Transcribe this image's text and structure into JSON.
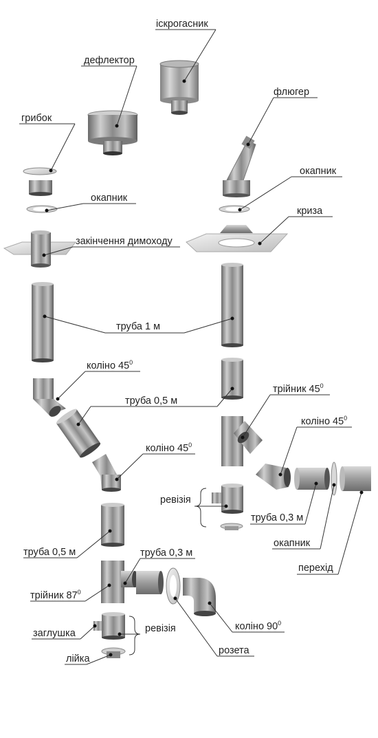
{
  "labels": {
    "iskrogasnyk": "іскрогасник",
    "deflektor": "дефлектор",
    "flyuger": "флюгер",
    "grybok": "грибок",
    "okapnyk_left": "окапник",
    "okapnyk_right_top": "окапник",
    "kryza": "криза",
    "zakinchennya": "закінчення димоходу",
    "truba_1m": "труба 1 м",
    "kolino45_1": "коліно 45",
    "kolino45_1_sup": "0",
    "truba05_1": "труба 0,5 м",
    "triynyk45": "трійник 45",
    "triynyk45_sup": "0",
    "kolino45_2": "коліно 45",
    "kolino45_2_sup": "0",
    "kolino45_3": "коліно 45",
    "kolino45_3_sup": "0",
    "reviziya_1": "ревізія",
    "truba03_1": "труба 0,3 м",
    "okapnyk_bottom": "окапник",
    "perehid": "перехід",
    "truba05_2": "труба 0,5 м",
    "truba03_2": "труба 0,3 м",
    "triynyk87": "трійник 87",
    "triynyk87_sup": "0",
    "zaglushka": "заглушка",
    "reviziya_2": "ревізія",
    "kolino90": "коліно 90",
    "kolino90_sup": "0",
    "rozeta": "розета",
    "liyka": "лійка"
  },
  "colors": {
    "metal_light": "#e6e6e6",
    "metal_mid": "#a8a8a8",
    "metal_dark": "#5a5a5a",
    "line": "#333333",
    "text": "#222222"
  }
}
